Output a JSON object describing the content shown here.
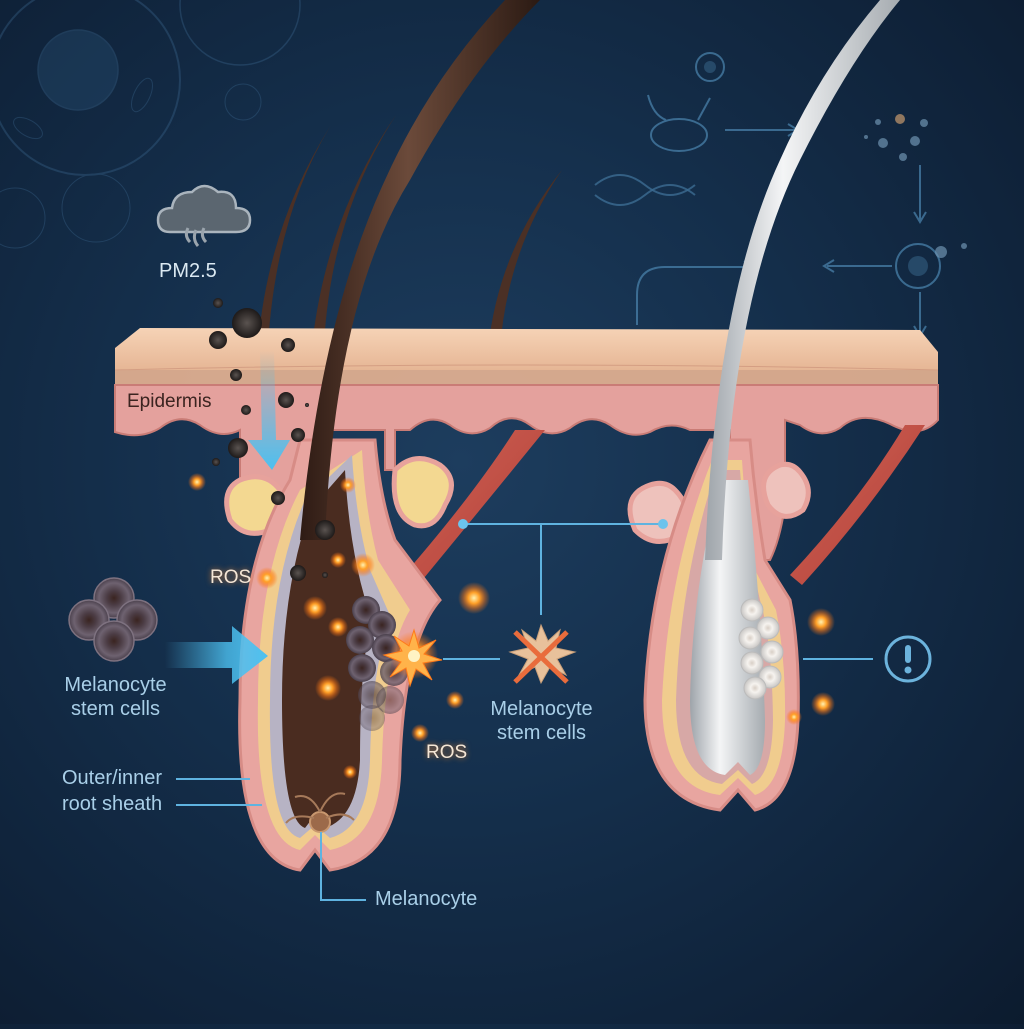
{
  "diagram": {
    "title": "",
    "labels": {
      "pm25": "PM2.5",
      "epidermis": "Epidermis",
      "ros_left": "ROS",
      "ros_center": "ROS",
      "msc_left_line1": "Melanocyte",
      "msc_left_line2": "stem cells",
      "msc_center_line1": "Melanocyte",
      "msc_center_line2": "stem cells",
      "root_sheath_line1": "Outer/inner",
      "root_sheath_line2": "root sheath",
      "melanocyte": "Melanocyte"
    },
    "icons": {
      "pollution_cloud": "cloud-smog-icon",
      "stem_cell_cluster": "cell-cluster-icon",
      "depletion_cross": "x-burst-icon",
      "warning": "exclamation-circle-icon",
      "dna": "dna-icon"
    },
    "colors": {
      "background": "#15304d",
      "label_blue": "#a9cfe8",
      "connector_blue": "#5fb3e0",
      "arrow_blue": "#4cc0f0",
      "ros_orange": "#ff9a2a",
      "skin_top": "#f1c7a6",
      "epidermis_pink": "#e8a2a0",
      "dark_hair": "#4a2f24",
      "gray_hair": "#d9dcdf",
      "sebaceous_yellow": "#f2d48c"
    },
    "panels": [
      {
        "name": "pigmented-follicle",
        "description": "Dark hair follicle exposed to PM2.5 with ROS damaging melanocyte stem cells"
      },
      {
        "name": "gray-follicle",
        "description": "Gray hair follicle with depleted (white) melanocyte stem cells"
      }
    ]
  }
}
